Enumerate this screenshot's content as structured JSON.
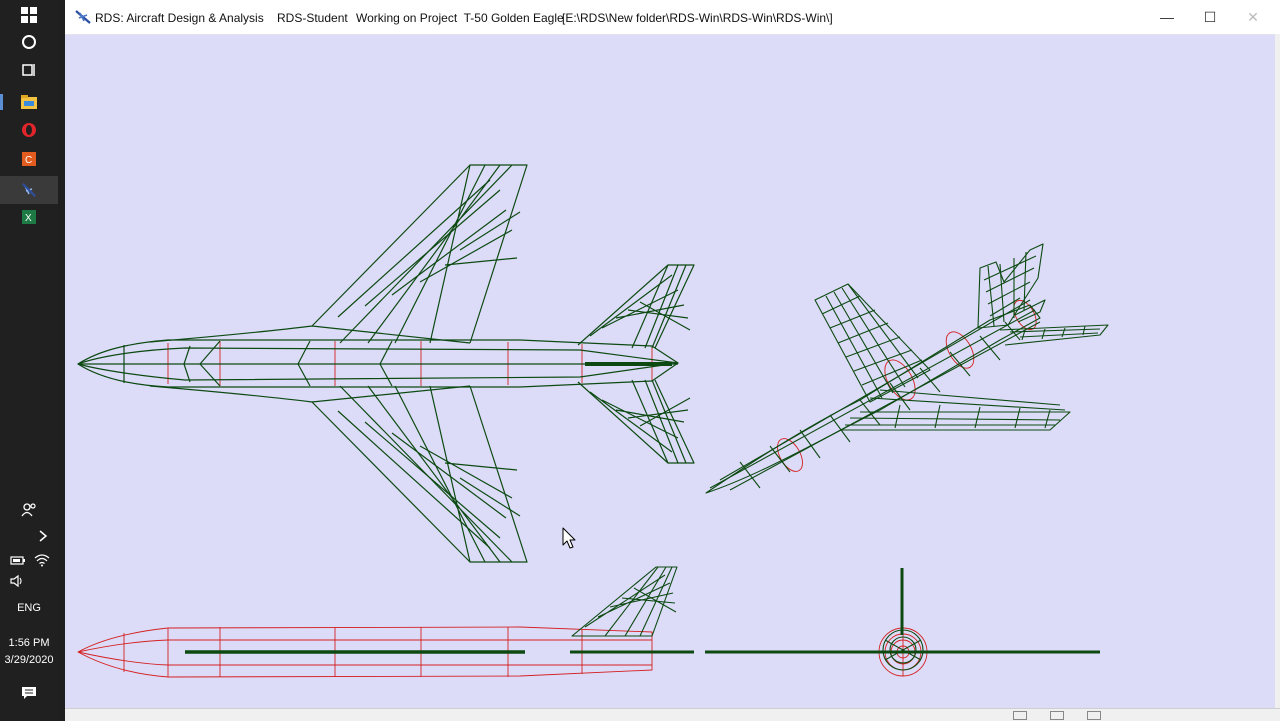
{
  "window": {
    "app_title": "RDS: Aircraft Design & Analysis",
    "edition": "RDS-Student",
    "project_text": "Working on Project  T-50 Golden Eagle",
    "path": "[E:\\RDS\\New folder\\RDS-Win\\RDS-Win\\RDS-Win\\]",
    "minimize": "—",
    "maximize": "☐",
    "close": "✕"
  },
  "taskbar": {
    "language": "ENG",
    "time": "1:56 PM",
    "date": "3/29/2020",
    "icons": [
      "windows-start-icon",
      "cortana-icon",
      "task-view-icon",
      "file-explorer-icon",
      "opera-icon",
      "orange-app-icon",
      "rds-app-icon",
      "excel-icon"
    ]
  },
  "colors": {
    "window_bg": "#dcdcf8",
    "wireframe_green": "#0d4a12",
    "wireframe_red": "#d42020",
    "taskbar_bg": "#202020"
  },
  "canvas": {
    "views": [
      "top-view",
      "isometric-view",
      "side-view",
      "front-view"
    ]
  }
}
